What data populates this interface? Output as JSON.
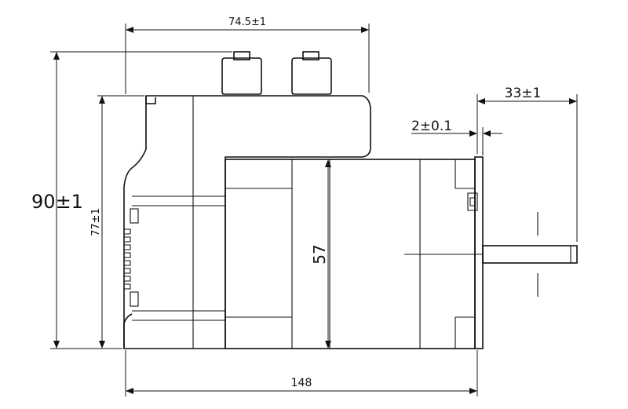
{
  "dimensions": {
    "top_width": "74.5±1",
    "shaft_length": "33±1",
    "flange_thickness": "2±0.1",
    "overall_height": "90±1",
    "body_height": "77±1",
    "flange_size": "57",
    "overall_length": "148"
  }
}
